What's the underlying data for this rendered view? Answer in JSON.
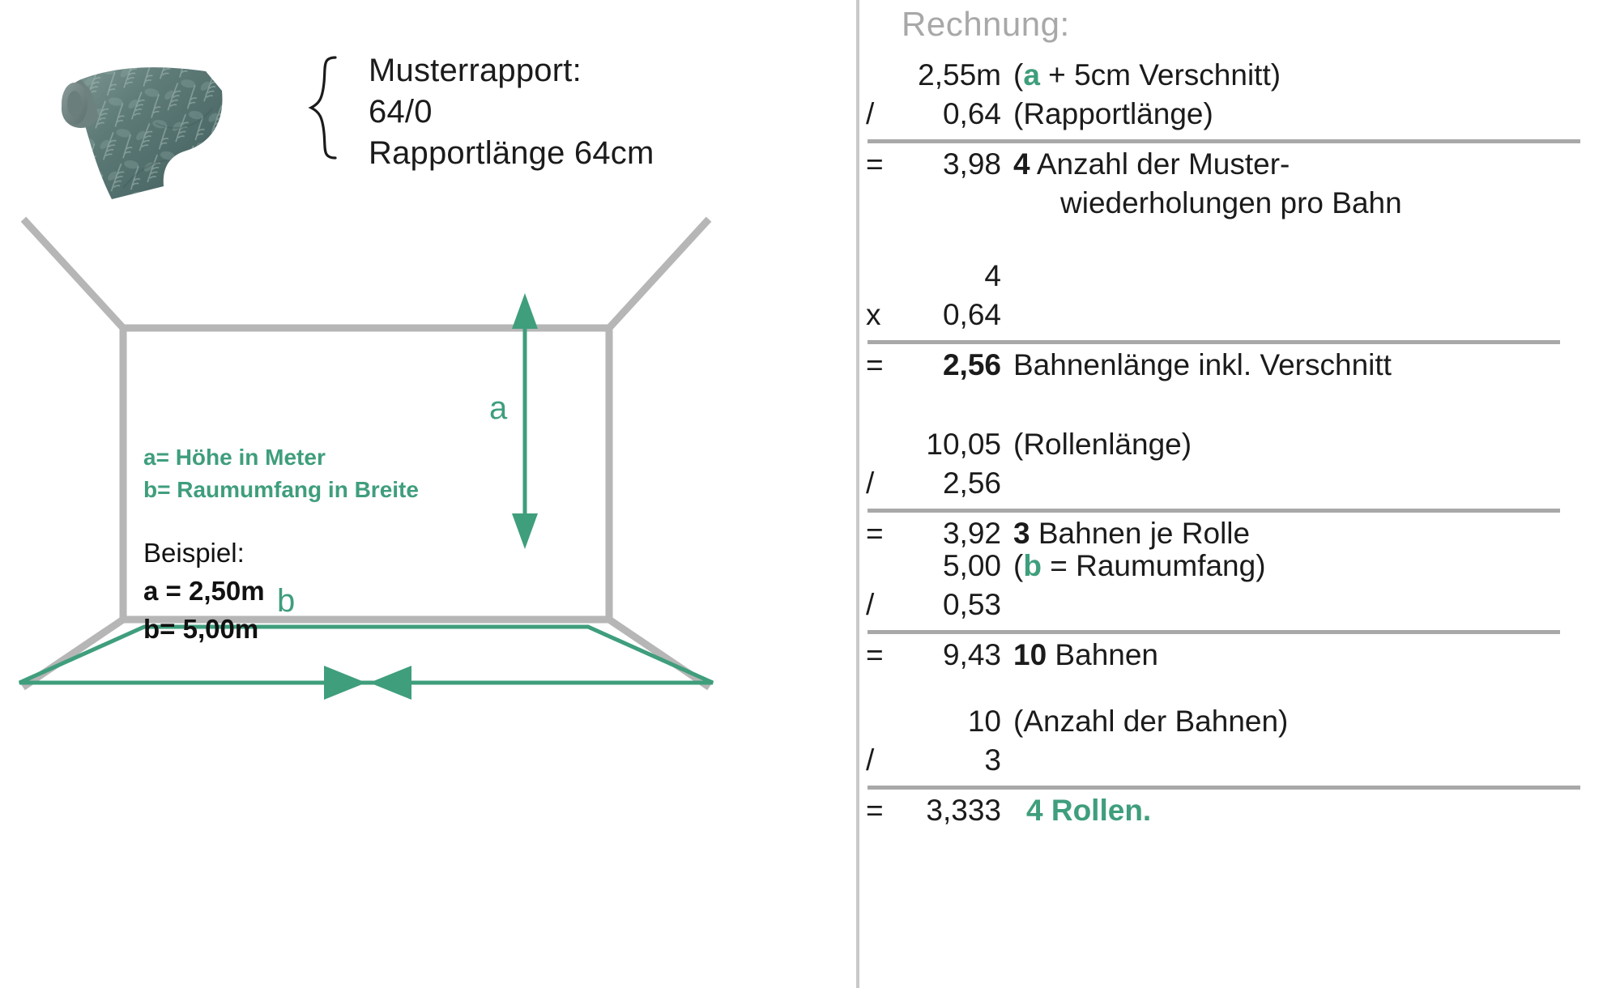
{
  "left": {
    "roll": {
      "icon": "wallpaper-roll-image",
      "alt": "Tapetenrolle mit Palmenblatt-Muster"
    },
    "brace_icon": "curly-brace-icon",
    "rapport": {
      "line1": "Musterrapport:",
      "line2": "64/0",
      "line3": "Rapportlänge 64cm"
    },
    "legend": {
      "line1": "a= Höhe in Meter",
      "line2": "b= Raumumfang in Breite"
    },
    "example": {
      "title": "Beispiel:",
      "a": "a = 2,50m",
      "b": "b= 5,00m"
    },
    "dimensions": {
      "a_label": "a",
      "b_label": "b"
    }
  },
  "right": {
    "title": "Rechnung:",
    "blocks": [
      {
        "rows": [
          {
            "op": "",
            "val": "2,55m",
            "desc_pre": "(",
            "desc_accent": "a",
            "desc_post": " + 5cm Verschnitt)"
          },
          {
            "op": "/",
            "val": "0,64",
            "desc": "(Rapportlänge)"
          }
        ],
        "result": {
          "op": "=",
          "val": "3,98",
          "bold": "4",
          "desc": " Anzahl der Muster-",
          "desc2": "wiederholungen pro Bahn"
        }
      },
      {
        "rows": [
          {
            "op": "",
            "val": "4",
            "desc": ""
          },
          {
            "op": "x",
            "val": "0,64",
            "desc": ""
          }
        ],
        "result": {
          "op": "=",
          "bold_val": "2,56",
          "desc": " Bahnenlänge inkl. Verschnitt"
        }
      },
      {
        "rows": [
          {
            "op": "",
            "val": "10,05",
            "desc": "(Rollenlänge)"
          },
          {
            "op": "/",
            "val": "2,56",
            "desc": ""
          }
        ],
        "result": {
          "op": "=",
          "val": "3,92",
          "bold": "3",
          "desc": " Bahnen je Rolle"
        }
      },
      {
        "rows": [
          {
            "op": "",
            "val": "5,00",
            "desc_pre": "(",
            "desc_accent": "b",
            "desc_post": " = Raumumfang)"
          },
          {
            "op": "/",
            "val": "0,53",
            "desc": ""
          }
        ],
        "result": {
          "op": "=",
          "val": "9,43",
          "bold": "10",
          "desc": " Bahnen"
        }
      },
      {
        "rows": [
          {
            "op": "",
            "val": "10",
            "desc": "(Anzahl der Bahnen)"
          },
          {
            "op": "/",
            "val": "3",
            "desc": ""
          }
        ],
        "result": {
          "op": "=",
          "val": "3,333",
          "green": "4 Rollen."
        }
      }
    ],
    "r1_num1": "2,55m",
    "r1_num2": "0,64",
    "r1_res": "3,98",
    "r1_d1_pre": "(",
    "r1_d1_acc": "a",
    "r1_d1_post": " + 5cm Verschnitt)",
    "r1_d2": "(Rapportlänge)",
    "r1_res_bold": "4",
    "r1_res_desc": " Anzahl der Muster-",
    "r1_res_desc2": "wiederholungen pro Bahn",
    "r2_num1": "4",
    "r2_num2": "0,64",
    "r2_res_bold": "2,56",
    "r2_res_desc": " Bahnenlänge inkl. Verschnitt",
    "r3_num1": "10,05",
    "r3_num2": "2,56",
    "r3_res": "3,92",
    "r3_d1": "(Rollenlänge)",
    "r3_res_bold": "3",
    "r3_res_desc": " Bahnen je Rolle",
    "r4_num1": "5,00",
    "r4_num2": "0,53",
    "r4_res": "9,43",
    "r4_d1_pre": "(",
    "r4_d1_acc": "b",
    "r4_d1_post": " = Raumumfang)",
    "r4_res_bold": "10",
    "r4_res_desc": " Bahnen",
    "r5_num1": "10",
    "r5_num2": "3",
    "r5_res": "3,333",
    "r5_d1": "(Anzahl der Bahnen)",
    "r5_res_green": "4 Rollen.",
    "op_div": "/",
    "op_mul": "x",
    "op_eq": "="
  },
  "colors": {
    "accent_green": "#3f9e7c",
    "rule_grey": "#a8a8a8",
    "title_grey": "#a8a8a8",
    "wall_grey": "#b6b6b6",
    "text_black": "#1b1b1b"
  }
}
